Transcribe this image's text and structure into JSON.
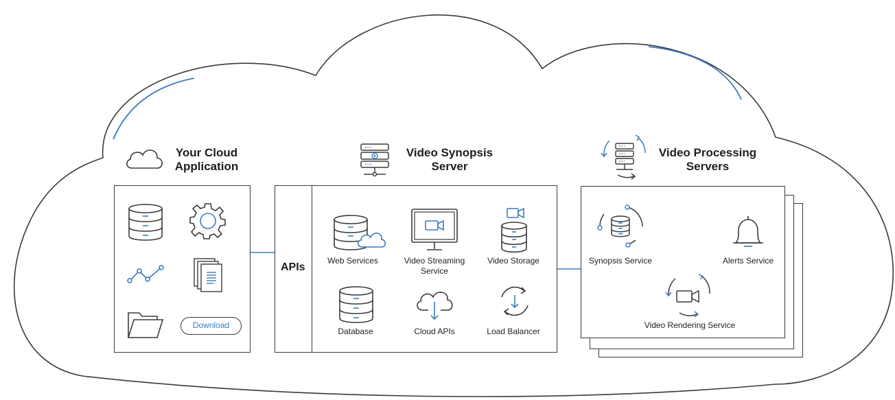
{
  "colors": {
    "stroke": "#3a3a3a",
    "accent": "#3a7bbf"
  },
  "app": {
    "title_line1": "Your Cloud",
    "title_line2": "Application",
    "icons": [
      "database-icon",
      "gear-icon",
      "line-chart-icon",
      "documents-icon",
      "folder-icon"
    ],
    "download_label": "Download"
  },
  "synopsis_server": {
    "title_line1": "Video Synopsis",
    "title_line2": "Server",
    "apis_label": "APIs",
    "services": {
      "web": "Web Services",
      "streaming_line1": "Video Streaming",
      "streaming_line2": "Service",
      "storage": "Video Storage",
      "database": "Database",
      "cloud_apis": "Cloud APIs",
      "load_balancer": "Load Balancer"
    }
  },
  "processing": {
    "title_line1": "Video Processing",
    "title_line2": "Servers",
    "services": {
      "synopsis": "Synopsis Service",
      "alerts": "Alerts Service",
      "rendering": "Video Rendering Service"
    }
  }
}
